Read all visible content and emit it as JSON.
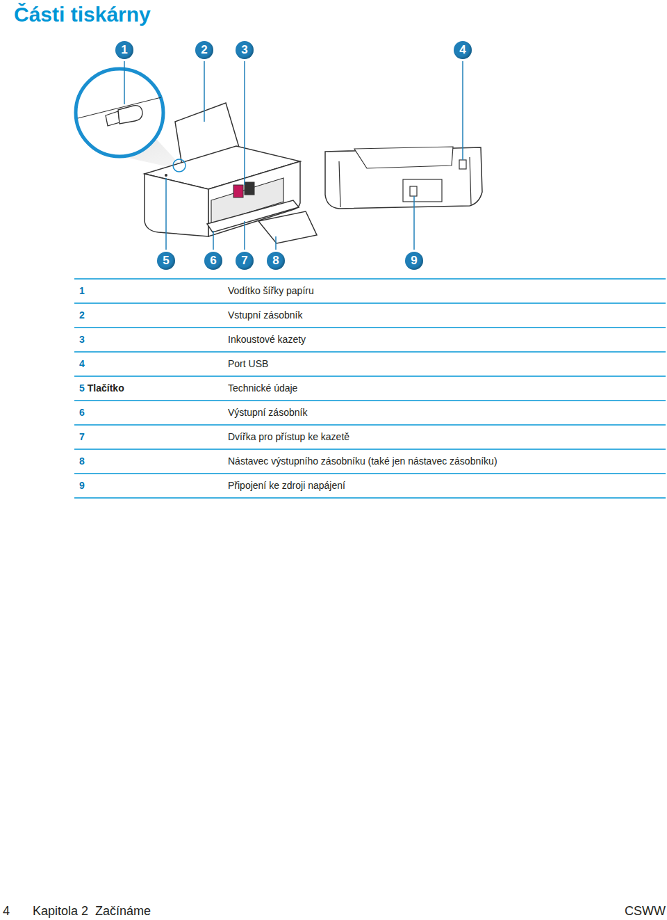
{
  "diagram": {
    "title": "Části tiskárny",
    "labels": [
      "1",
      "2",
      "3",
      "4",
      "5",
      "6",
      "7",
      "8",
      "9",
      "1",
      "Vodítko šířky papíru",
      "2",
      "Vstupní zásobník",
      "3",
      "Inkoustové kazety",
      "4",
      "Port USB",
      "5",
      "Tlačítko",
      "Technické údaje",
      "6",
      "Výstupní zásobník",
      "7",
      "Dvířka pro přístup ke kazetě",
      "8",
      "Nástavec výstupního zásobníku (také jen nástavec zásobníku)",
      "9",
      "Připojení ke zdroji napájení",
      "4",
      "Kapitola 2",
      "Začínáme",
      "CSWW"
    ]
  }
}
